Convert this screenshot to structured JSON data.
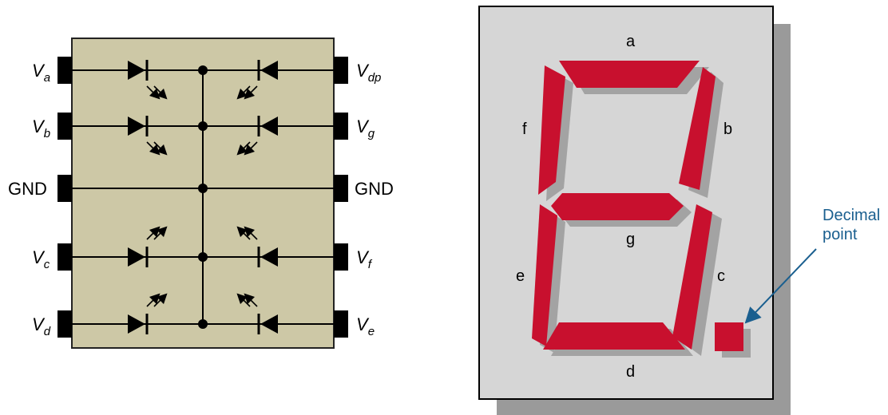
{
  "colors": {
    "chip_body": "#cdc8a6",
    "chip_border": "#222222",
    "wire": "#000000",
    "pin": "#000000",
    "display_bg": "#d6d6d6",
    "display_shadow": "#9a9a9a",
    "segment_red": "#c8102e",
    "segment_shadow": "#a3a3a3",
    "annotation_blue": "#1a5f8f"
  },
  "pins_left": [
    {
      "base": "V",
      "sub": "a"
    },
    {
      "base": "V",
      "sub": "b"
    },
    {
      "base": "GND",
      "sub": ""
    },
    {
      "base": "V",
      "sub": "c"
    },
    {
      "base": "V",
      "sub": "d"
    }
  ],
  "pins_right": [
    {
      "base": "V",
      "sub": "dp"
    },
    {
      "base": "V",
      "sub": "g"
    },
    {
      "base": "GND",
      "sub": ""
    },
    {
      "base": "V",
      "sub": "f"
    },
    {
      "base": "V",
      "sub": "e"
    }
  ],
  "segment_labels": {
    "a": "a",
    "b": "b",
    "c": "c",
    "d": "d",
    "e": "e",
    "f": "f",
    "g": "g"
  },
  "decimal_point_label": [
    "Decimal",
    "point"
  ],
  "icons": [
    "led-icon",
    "light-emission-arrows-icon",
    "junction-dot-icon",
    "annotation-arrow-icon"
  ]
}
